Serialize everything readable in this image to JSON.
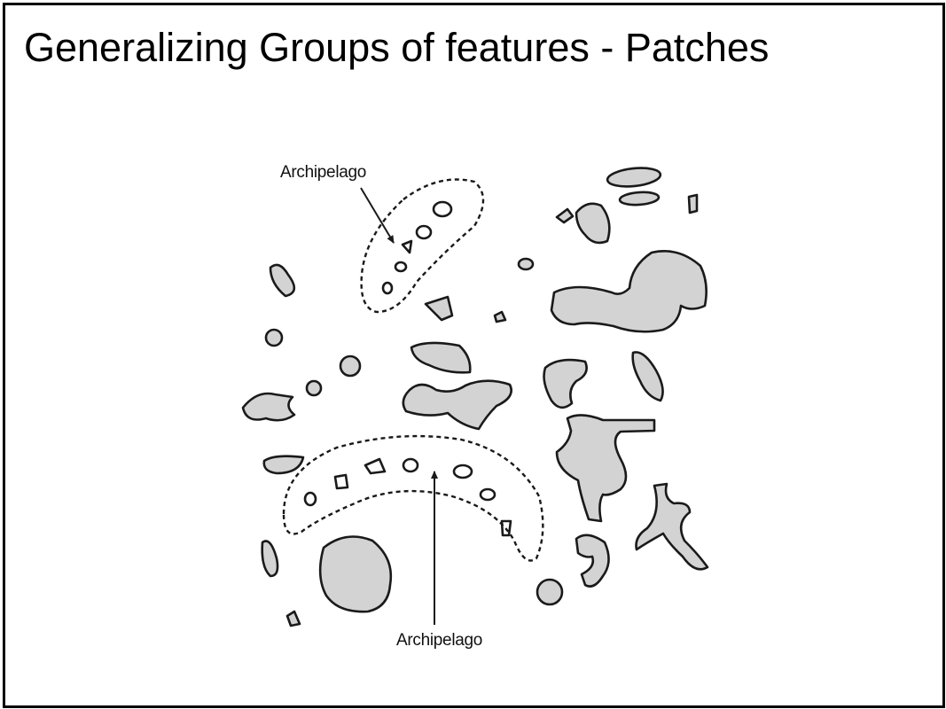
{
  "slide": {
    "title": "Generalizing Groups of features - Patches"
  },
  "figure": {
    "labels": {
      "archipelago_top": "Archipelago",
      "archipelago_bottom": "Archipelago"
    },
    "colors": {
      "patch_fill": "#d3d3d3",
      "outline": "#1a1a1a",
      "frame": "#000000"
    }
  }
}
